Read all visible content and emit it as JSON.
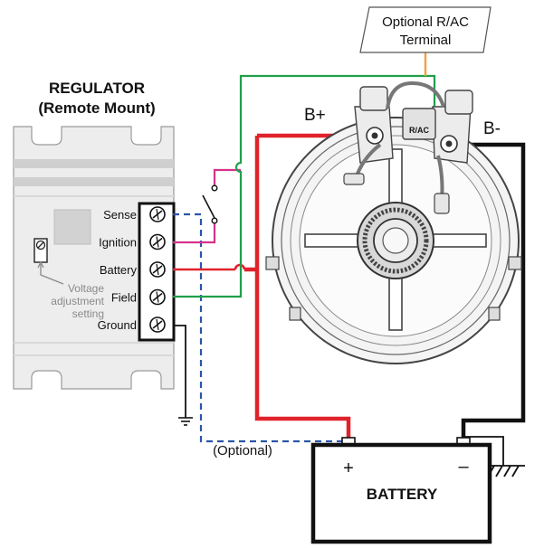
{
  "regulator": {
    "title_line1": "REGULATOR",
    "title_line2": "(Remote Mount)",
    "terminals": [
      "Sense",
      "Ignition",
      "Battery",
      "Field",
      "Ground"
    ],
    "voltage_adjust_line1": "Voltage",
    "voltage_adjust_line2": "adjustment",
    "voltage_adjust_line3": "setting"
  },
  "callout": {
    "line1": "Optional R/AC",
    "line2": "Terminal"
  },
  "alternator": {
    "b_plus": "B+",
    "b_minus": "B-",
    "rac_label": "R/AC"
  },
  "optional_label": "(Optional)",
  "battery": {
    "label": "BATTERY",
    "plus": "+",
    "minus": "–"
  },
  "colors": {
    "battery_wire": "#e0232b",
    "field_wire": "#1fa04a",
    "ignition_wire": "#d6338a",
    "sense_wire": "#2a55a8",
    "rac_wire": "#f0a23a",
    "ground_wire": "#111111"
  }
}
